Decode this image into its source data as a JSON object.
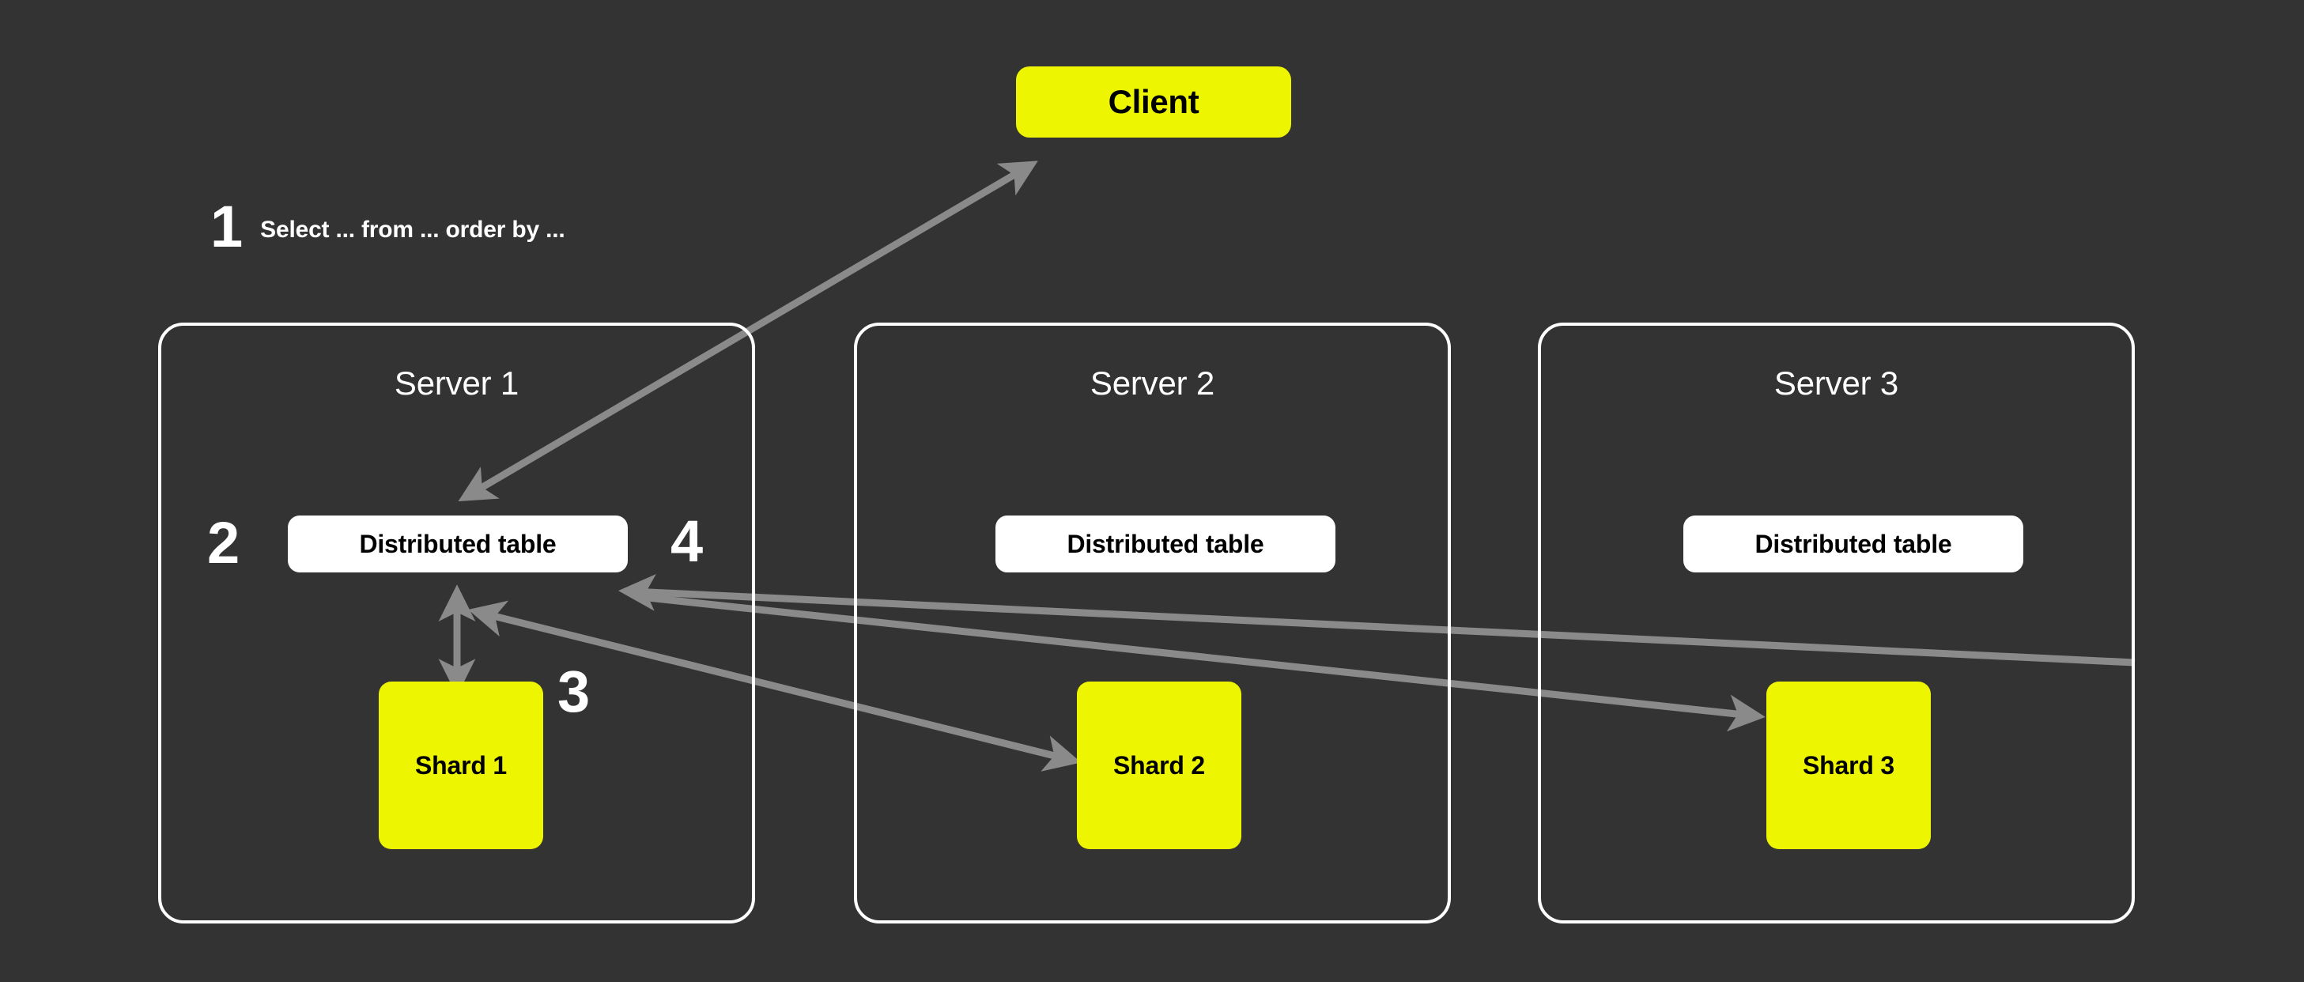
{
  "diagram": {
    "title": "Distributed table query flow",
    "background_color": "#333333",
    "accent_color": "#EDF500",
    "panel_border_color": "#FFFFFF",
    "arrow_color": "#8A8A8A"
  },
  "client": {
    "label": "Client"
  },
  "steps": {
    "one": {
      "number": "1",
      "caption": "Select ... from ... order by ..."
    },
    "two": {
      "number": "2"
    },
    "three": {
      "number": "3"
    },
    "four": {
      "number": "4"
    }
  },
  "servers": [
    {
      "title": "Server 1",
      "distributed_table": "Distributed table",
      "shard": "Shard 1"
    },
    {
      "title": "Server 2",
      "distributed_table": "Distributed table",
      "shard": "Shard 2"
    },
    {
      "title": "Server 3",
      "distributed_table": "Distributed table",
      "shard": "Shard 3"
    }
  ],
  "connections": [
    {
      "name": "client-to-distributed-table-1",
      "from": "Client",
      "to": "Distributed table (Server 1)",
      "direction": "bidirectional"
    },
    {
      "name": "distributed-table-1-to-shard-1",
      "from": "Distributed table (Server 1)",
      "to": "Shard 1",
      "direction": "bidirectional"
    },
    {
      "name": "distributed-table-1-to-shard-2",
      "from": "Distributed table (Server 1)",
      "to": "Shard 2",
      "direction": "forward"
    },
    {
      "name": "distributed-table-1-to-shard-3",
      "from": "Distributed table (Server 1)",
      "to": "Shard 3",
      "direction": "forward"
    },
    {
      "name": "shard-3-to-distributed-table-1",
      "from": "Shard 3",
      "to": "Distributed table (Server 1)",
      "direction": "return"
    }
  ]
}
